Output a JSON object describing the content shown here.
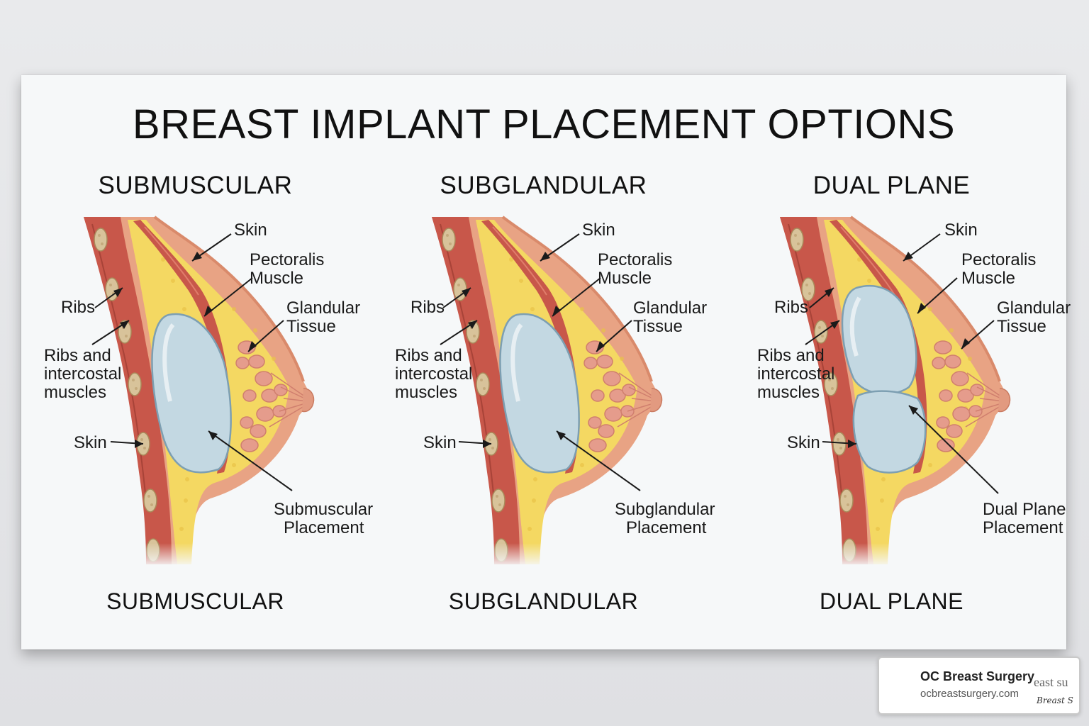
{
  "title": "BREAST IMPLANT PLACEMENT OPTIONS",
  "panels": [
    {
      "id": "submuscular",
      "heading": "SUBMUSCULAR",
      "footer": "SUBMUSCULAR",
      "implant": "single",
      "labels": {
        "skin_top": "Skin",
        "pectoralis_1": "Pectoralis",
        "pectoralis_2": "Muscle",
        "glandular_1": "Glandular",
        "glandular_2": "Tissue",
        "ribs": "Ribs",
        "ribs_ic_1": "Ribs and",
        "ribs_ic_2": "intercostal",
        "ribs_ic_3": "muscles",
        "skin_side": "Skin",
        "placement_1": "Submuscular",
        "placement_2": "Placement"
      }
    },
    {
      "id": "subglandular",
      "heading": "SUBGLANDULAR",
      "footer": "SUBGLANDULAR",
      "implant": "single",
      "labels": {
        "skin_top": "Skin",
        "pectoralis_1": "Pectoralis",
        "pectoralis_2": "Muscle",
        "glandular_1": "Glandular",
        "glandular_2": "Tissue",
        "ribs": "Ribs",
        "ribs_ic_1": "Ribs and",
        "ribs_ic_2": "intercostal",
        "ribs_ic_3": "muscles",
        "skin_side": "Skin",
        "placement_1": "Subglandular",
        "placement_2": "Placement"
      }
    },
    {
      "id": "dual-plane",
      "heading": "DUAL PLANE",
      "footer": "DUAL PLANE",
      "implant": "dual",
      "labels": {
        "skin_top": "Skin",
        "pectoralis_1": "Pectoralis",
        "pectoralis_2": "Muscle",
        "glandular_1": "Glandular",
        "glandular_2": "Tissue",
        "ribs": "Ribs",
        "ribs_ic_1": "Ribs and",
        "ribs_ic_2": "intercostal",
        "ribs_ic_3": "muscles",
        "skin_side": "Skin",
        "placement_1": "Dual Plane",
        "placement_2": "Placement"
      }
    }
  ],
  "badge": {
    "name": "OC Breast Surgery",
    "url": "ocbreastsurgery.com",
    "logo_text": "east su",
    "logo_script": "Breast S"
  },
  "colors": {
    "skin": "#e8a384",
    "muscle": "#c8574a",
    "fat": "#f4d862",
    "gland": "#e59c8c",
    "implant": "#c3d8e2",
    "rib": "#d8c39a"
  }
}
